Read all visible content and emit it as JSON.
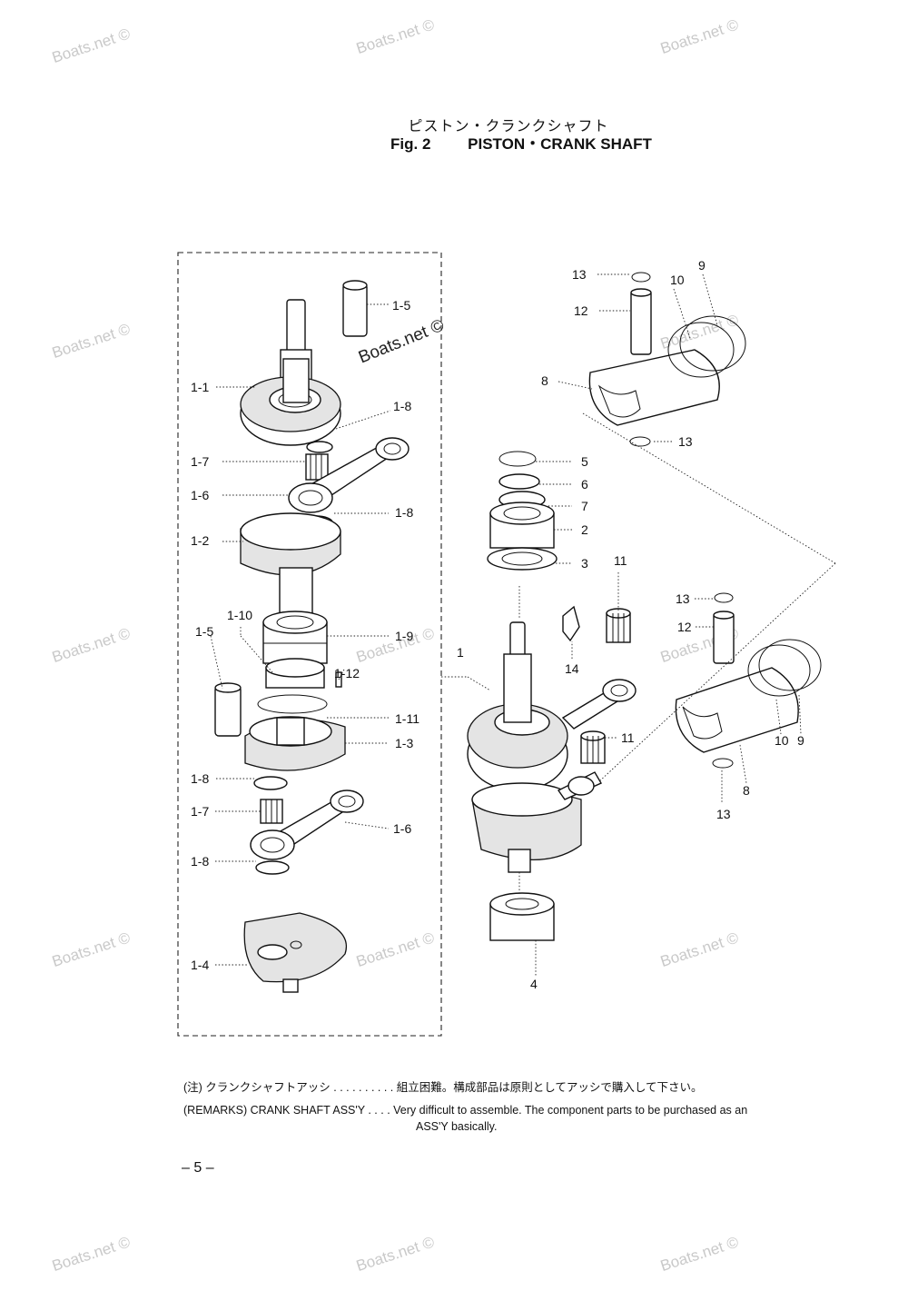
{
  "watermark": "Boats.net ©",
  "header": {
    "title_jp": "ピストン・クランクシャフト",
    "fig_number": "Fig. 2",
    "fig_title": "PISTON・CRANK SHAFT"
  },
  "callouts": {
    "c1_1": "1-1",
    "c1_2": "1-2",
    "c1_3": "1-3",
    "c1_4": "1-4",
    "c1_5a": "1-5",
    "c1_5b": "1-5",
    "c1_6a": "1-6",
    "c1_6b": "1-6",
    "c1_7a": "1-7",
    "c1_7b": "1-7",
    "c1_8a": "1-8",
    "c1_8b": "1-8",
    "c1_8c": "1-8",
    "c1_8d": "1-8",
    "c1_9": "1-9",
    "c1_10": "1-10",
    "c1_11": "1-11",
    "c1_12": "1-12",
    "c1": "1",
    "c2": "2",
    "c3": "3",
    "c4": "4",
    "c5": "5",
    "c6": "6",
    "c7": "7",
    "c8a": "8",
    "c8b": "8",
    "c9a": "9",
    "c9b": "9",
    "c10a": "10",
    "c10b": "10",
    "c11a": "11",
    "c11b": "11",
    "c12a": "12",
    "c12b": "12",
    "c13a": "13",
    "c13b": "13",
    "c13c": "13",
    "c13d": "13",
    "c14": "14"
  },
  "notes": {
    "jp": "(注) クランクシャフトアッシ . . . . . . . . . . 組立困難。構成部品は原則としてアッシで購入して下さい。",
    "en_line1": "(REMARKS) CRANK SHAFT ASS'Y . . . . Very difficult to assemble. The component parts to be purchased as an",
    "en_line2": "ASS'Y basically."
  },
  "page_number": "– 5 –"
}
